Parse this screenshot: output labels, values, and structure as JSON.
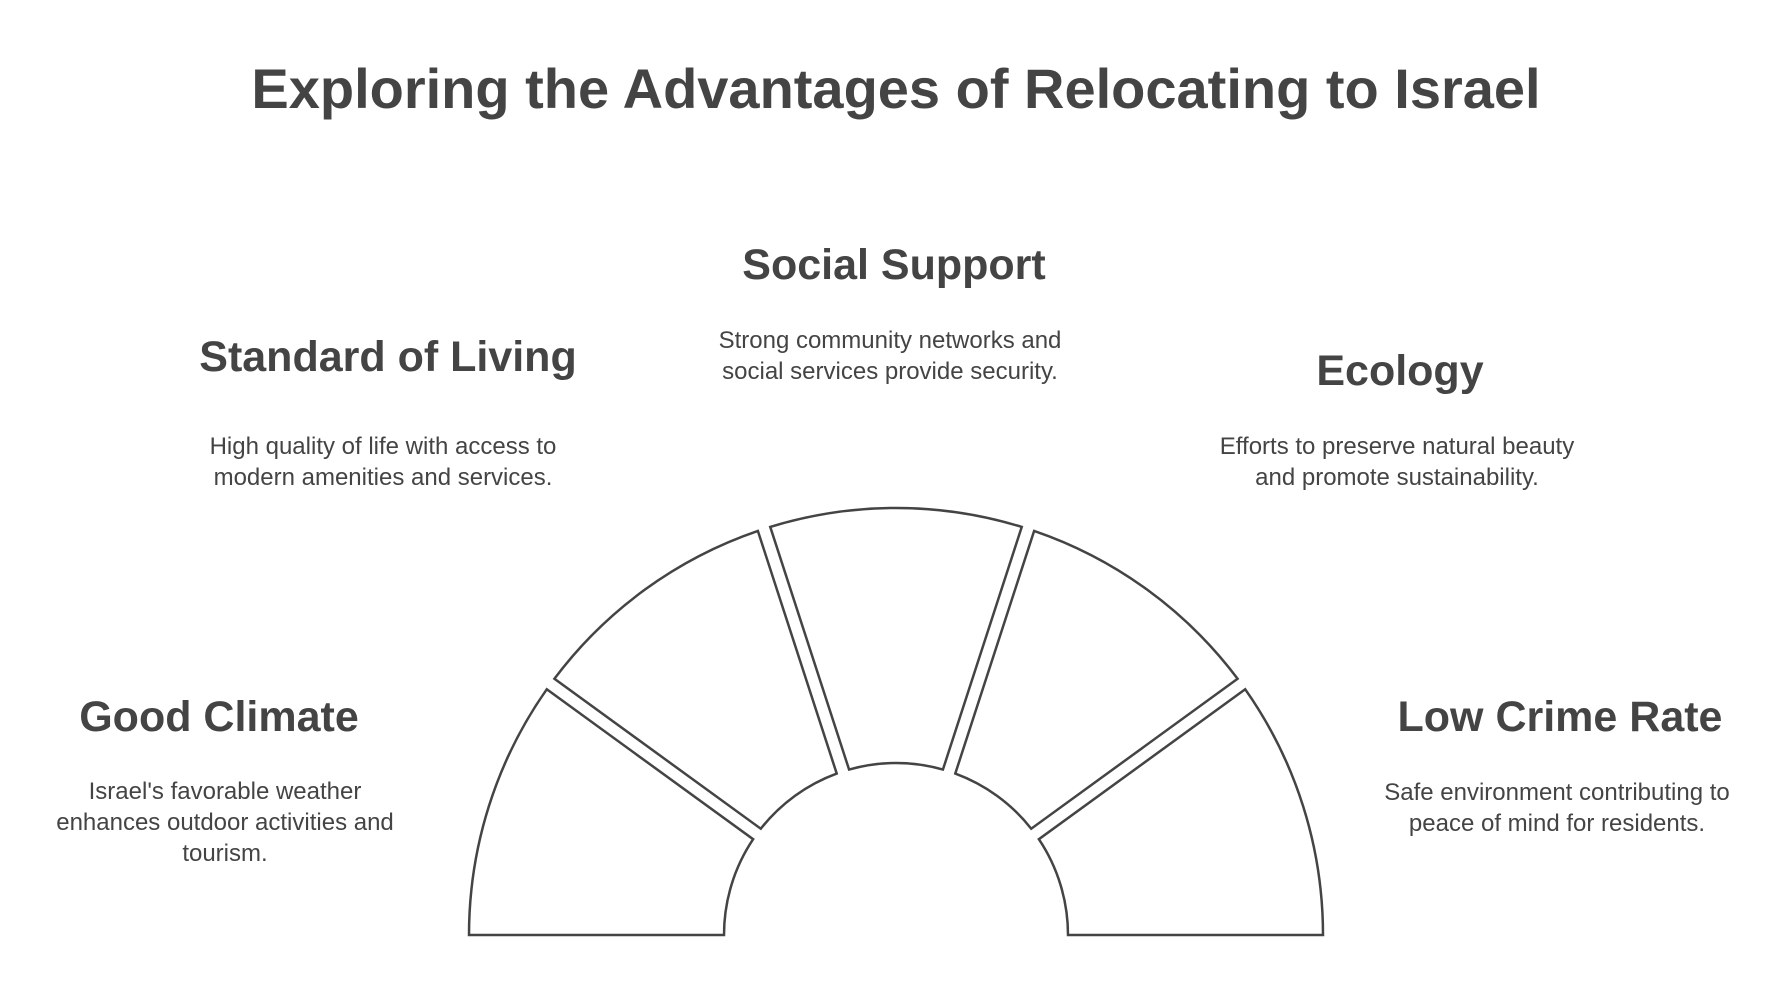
{
  "title": "Exploring the Advantages of Relocating to Israel",
  "colors": {
    "text": "#444444",
    "stroke": "#444444",
    "fill": "#ffffff"
  },
  "segments": [
    {
      "heading": "Good Climate",
      "description": "Israel's favorable weather enhances outdoor activities and tourism."
    },
    {
      "heading": "Standard of Living",
      "description": "High quality of life with access to modern amenities and services."
    },
    {
      "heading": "Social Support",
      "description": "Strong community networks and social services provide security."
    },
    {
      "heading": "Ecology",
      "description": "Efforts to preserve natural beauty and promote sustainability."
    },
    {
      "heading": "Low Crime Rate",
      "description": "Safe environment contributing to peace of mind for residents."
    }
  ]
}
